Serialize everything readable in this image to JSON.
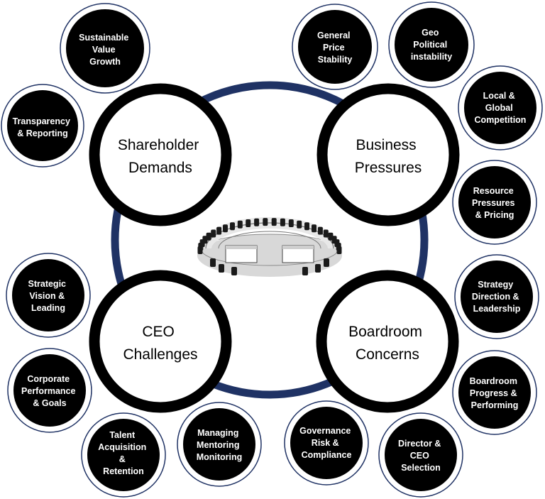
{
  "colors": {
    "ring": "#1f3264",
    "hub_border": "#000000",
    "hub_fill": "#ffffff",
    "bubble_fill": "#000000",
    "bubble_text": "#ffffff",
    "bubble_outer": "#1f3264"
  },
  "center_image": "boardroom-table-illustration",
  "hubs": [
    {
      "id": "shareholder",
      "lines": [
        "Shareholder",
        "Demands"
      ]
    },
    {
      "id": "business",
      "lines": [
        "Business",
        "Pressures"
      ]
    },
    {
      "id": "ceo",
      "lines": [
        "CEO",
        "Challenges"
      ]
    },
    {
      "id": "boardroom",
      "lines": [
        "Boardroom",
        "Concerns"
      ]
    }
  ],
  "bubbles": [
    {
      "id": "sustainable-value-growth",
      "lines": [
        "Sustainable",
        "Value",
        "Growth"
      ]
    },
    {
      "id": "transparency-reporting",
      "lines": [
        "Transparency",
        "& Reporting"
      ]
    },
    {
      "id": "general-price-stability",
      "lines": [
        "General",
        "Price",
        "Stability"
      ]
    },
    {
      "id": "geo-political-instability",
      "lines": [
        "Geo",
        "Political",
        "instability"
      ]
    },
    {
      "id": "local-global-competition",
      "lines": [
        "Local &",
        "Global",
        "Competition"
      ]
    },
    {
      "id": "resource-pressures-pricing",
      "lines": [
        "Resource",
        "Pressures",
        "& Pricing"
      ]
    },
    {
      "id": "strategy-direction-leadership",
      "lines": [
        "Strategy",
        "Direction &",
        "Leadership"
      ]
    },
    {
      "id": "boardroom-progress-performing",
      "lines": [
        "Boardroom",
        "Progress &",
        "Performing"
      ]
    },
    {
      "id": "director-ceo-selection",
      "lines": [
        "Director &",
        "CEO",
        "Selection"
      ]
    },
    {
      "id": "governance-risk-compliance",
      "lines": [
        "Governance",
        "Risk &",
        "Compliance"
      ]
    },
    {
      "id": "managing-mentoring-monitoring",
      "lines": [
        "Managing",
        "Mentoring",
        "Monitoring"
      ]
    },
    {
      "id": "talent-acquisition-retention",
      "lines": [
        "Talent",
        "Acquisition",
        "&",
        "Retention"
      ]
    },
    {
      "id": "corporate-performance-goals",
      "lines": [
        "Corporate",
        "Performance",
        "& Goals"
      ]
    },
    {
      "id": "strategic-vision-leading",
      "lines": [
        "Strategic",
        "Vision &",
        "Leading"
      ]
    }
  ]
}
